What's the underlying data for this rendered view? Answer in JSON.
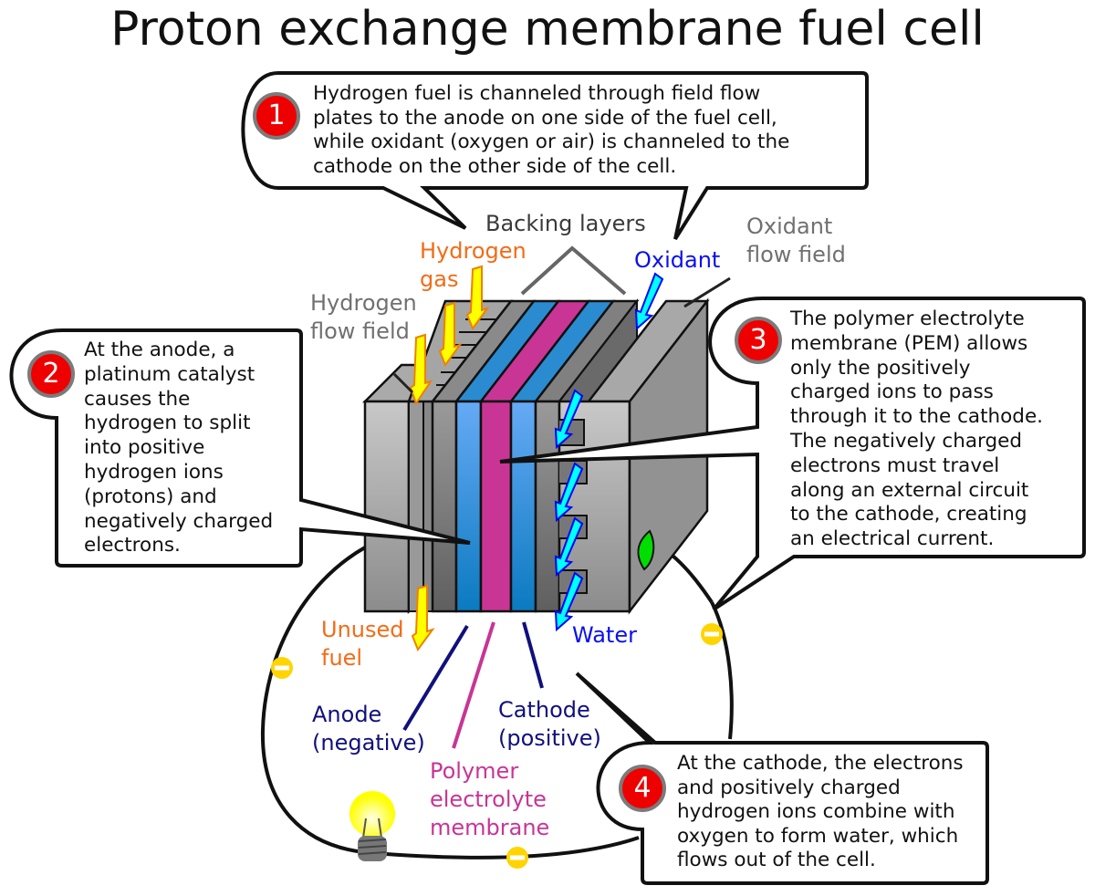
{
  "title": "Proton exchange membrane fuel cell",
  "colors": {
    "callout_number_bg": "#ee0000",
    "hydrogen_label": "#f36b16",
    "hydrogen_arrow": "#ffff00",
    "oxidant_label": "#0a10ee",
    "oxidant_arrow": "#00ffff",
    "electrode": "#2f8fd8",
    "membrane": "#c83595",
    "electron_badge": "#ffd400"
  },
  "callouts": [
    {
      "number": "1",
      "text": "Hydrogen fuel is channeled through field flow\nplates to the anode on one side of the fuel cell,\nwhile oxidant (oxygen or air) is channeled to the\ncathode on the other side of the cell."
    },
    {
      "number": "2",
      "text": "At the anode, a\nplatinum catalyst\ncauses the\nhydrogen to split\ninto positive\nhydrogen ions\n(protons) and\nnegatively charged\nelectrons."
    },
    {
      "number": "3",
      "text": "The polymer electrolyte\nmembrane (PEM) allows\nonly the positively\ncharged ions to pass\nthrough it to the cathode.\nThe negatively charged\nelectrons must travel\nalong an external circuit\nto the cathode, creating\nan electrical current."
    },
    {
      "number": "4",
      "text": "At the cathode, the electrons\nand positively charged\nhydrogen ions combine with\noxygen to form water, which\nflows out of the cell."
    }
  ],
  "labels": {
    "backing_layers": "Backing layers",
    "hydrogen_gas": "Hydrogen\ngas",
    "hydrogen_flow_field": "Hydrogen\nflow field",
    "oxidant": "Oxidant",
    "oxidant_flow_field": "Oxidant\nflow field",
    "unused_fuel": "Unused\nfuel",
    "water": "Water",
    "anode": "Anode\n(negative)",
    "cathode": "Cathode\n(positive)",
    "membrane": "Polymer\nelectrolyte\nmembrane"
  },
  "electron_symbol": "−"
}
